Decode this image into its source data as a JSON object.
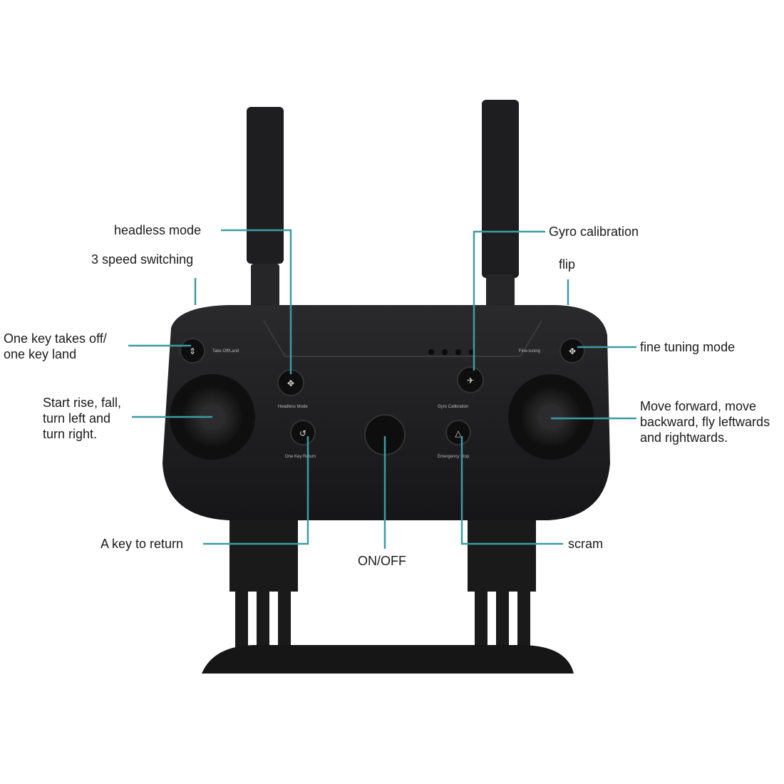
{
  "callouts": {
    "headless_mode": "headless mode",
    "speed_switching": "3 speed switching",
    "takeoff_land": [
      "One key takes off/",
      "one key land"
    ],
    "left_stick": [
      "Start rise, fall,",
      "turn left and",
      "turn right."
    ],
    "return": "A key to return",
    "on_off": "ON/OFF",
    "gyro": "Gyro calibration",
    "flip": "flip",
    "fine_tuning": "fine tuning mode",
    "right_stick": [
      "Move forward, move",
      "backward, fly leftwards",
      "and  rightwards."
    ],
    "scram": "scram"
  },
  "device_labels": {
    "takeoff": "Take Off/Land",
    "fine_tuning": "Fine-tuning",
    "headless": "Headless Mode",
    "gyro": "Gyro Calibration",
    "return": "One Key Return",
    "emergency": "Emergency Stop"
  },
  "colors": {
    "leader_line": "#3c9ca3",
    "device_body": "#1c1c1e"
  }
}
